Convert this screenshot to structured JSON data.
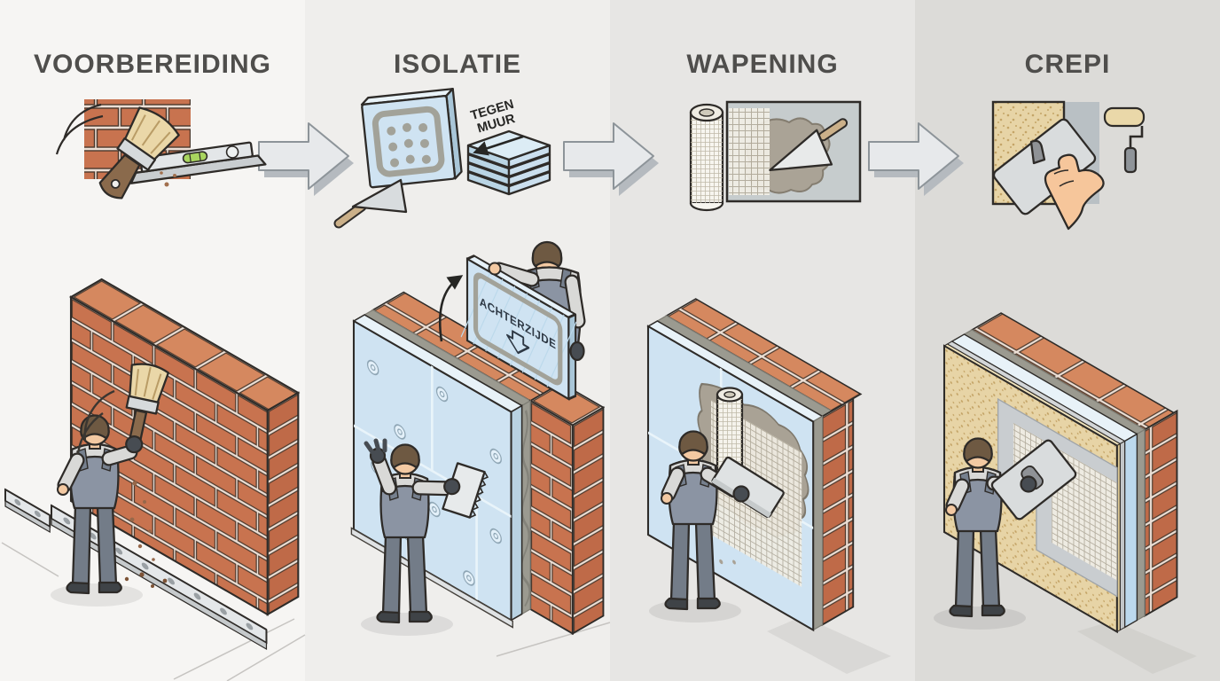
{
  "infographic": {
    "language": "nl",
    "topic": "gevelisolatie-stappenplan",
    "steps": [
      {
        "title": "VOORBEREIDING",
        "icon": "brush-brick-spirit-level-icon",
        "scene": "worker-brushing-brick-wall-with-starter-profile"
      },
      {
        "title": "ISOLATIE",
        "icon": "insulation-board-adhesive-trowel-stack-icon",
        "annotations": {
          "stack_label_line1": "TEGEN",
          "stack_label_line2": "MUUR",
          "board_back_label": "ACHTERZIJDE"
        },
        "scene": "workers-mounting-insulation-boards-on-brick-wall"
      },
      {
        "title": "WAPENING",
        "icon": "mesh-roll-basecoat-trowel-icon",
        "scene": "worker-embedding-reinforcement-mesh-in-basecoat"
      },
      {
        "title": "CREPI",
        "icon": "hand-float-paint-roller-icon",
        "scene": "worker-applying-textured-finish-render"
      }
    ],
    "connectors": [
      {
        "icon": "block-arrow-right-icon"
      },
      {
        "icon": "block-arrow-right-icon"
      },
      {
        "icon": "block-arrow-right-icon"
      }
    ],
    "colors": {
      "panel_backgrounds": [
        "#f6f5f3",
        "#efeeec",
        "#e7e6e4",
        "#dcdbd8"
      ],
      "title_text": "#4f4e4c",
      "outline": "#2e2b28",
      "brick_face": "#c8734f",
      "brick_top": "#d5885f",
      "mortar_joint": "#ecdfd5",
      "insulation_board": "#cfe3f2",
      "adhesive_mortar": "#9b9a90",
      "basecoat": "#a9a295",
      "mesh": "#f0ede3",
      "crepi_render": "#e7d4a6",
      "arrow_fill": "#e7e9eb",
      "arrow_shadow": "#b5babf",
      "worker_overalls": "#8b94a3",
      "worker_shirt": "#d9d9d7",
      "skin": "#f3c9a2",
      "spirit_level_vial": "#a8d55f"
    }
  }
}
